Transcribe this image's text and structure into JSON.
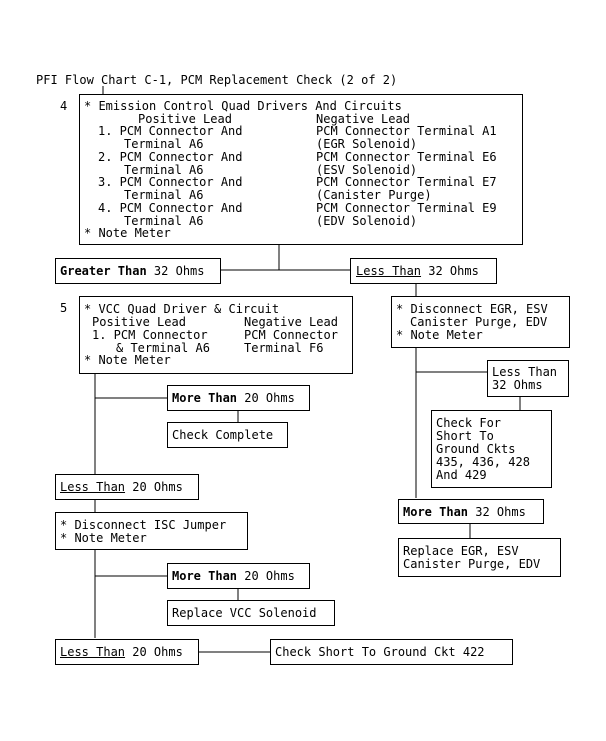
{
  "title": "PFI Flow Chart C-1, PCM Replacement Check (2 of 2)",
  "step4": {
    "number": "4",
    "heading": "* Emission Control Quad Drivers And Circuits",
    "pos_head": "Positive Lead",
    "neg_head": "Negative Lead",
    "rows": [
      {
        "pos1": "1. PCM Connector And",
        "pos2": "Terminal A6",
        "neg1": "PCM Connector Terminal A1",
        "neg2": "(EGR Solenoid)"
      },
      {
        "pos1": "2. PCM Connector And",
        "pos2": "Terminal A6",
        "neg1": "PCM Connector Terminal E6",
        "neg2": "(ESV Solenoid)"
      },
      {
        "pos1": "3. PCM Connector And",
        "pos2": "Terminal A6",
        "neg1": "PCM Connector Terminal E7",
        "neg2": "(Canister Purge)"
      },
      {
        "pos1": "4. PCM Connector And",
        "pos2": "Terminal A6",
        "neg1": "PCM Connector Terminal E9",
        "neg2": "(EDV Solenoid)"
      }
    ],
    "note": "* Note Meter"
  },
  "greater32": {
    "strong": "Greater Than",
    "rest": " 32 Ohms"
  },
  "less32": {
    "strong": "Less Than",
    "rest": " 32 Ohms"
  },
  "step5": {
    "number": "5",
    "heading": "* VCC Quad Driver & Circuit",
    "pos_head": "Positive Lead",
    "neg_head": "Negative Lead",
    "pos1": "1. PCM Connector",
    "pos2": "& Terminal A6",
    "neg1": "PCM Connector",
    "neg2": "Terminal F6",
    "note": "* Note Meter"
  },
  "disconnect_egr": {
    "line1": "* Disconnect EGR, ESV",
    "line2": "Canister Purge, EDV",
    "line3": "* Note Meter"
  },
  "less32_right": {
    "line1": "Less Than",
    "line2": "32 Ohms"
  },
  "check_short": {
    "line1": "Check For",
    "line2": "Short To",
    "line3": "Ground Ckts",
    "line4": "435, 436, 428",
    "line5": "And 429"
  },
  "more32": {
    "strong": "More Than",
    "rest": " 32 Ohms"
  },
  "replace_egr": {
    "line1": "Replace EGR, ESV",
    "line2": "Canister Purge, EDV"
  },
  "more20_a": {
    "strong": "More Than",
    "rest": " 20 Ohms"
  },
  "check_complete": "Check Complete",
  "less20_a": {
    "strong": "Less Than",
    "rest": " 20 Ohms"
  },
  "disconnect_isc": {
    "line1": "* Disconnect ISC Jumper",
    "line2": "* Note Meter"
  },
  "more20_b": {
    "strong": "More Than",
    "rest": " 20 Ohms"
  },
  "replace_vcc": "Replace VCC Solenoid",
  "less20_b": {
    "strong": "Less Than",
    "rest": " 20 Ohms"
  },
  "check_short_422": "Check Short To Ground Ckt 422"
}
